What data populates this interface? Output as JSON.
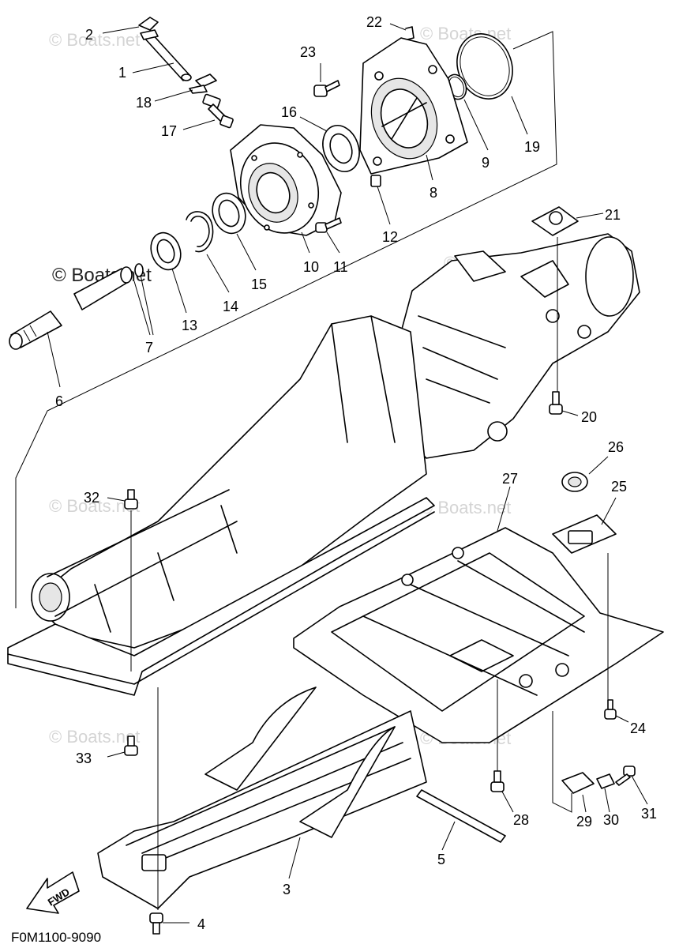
{
  "diagram": {
    "figure_code": "F0M1100-9090",
    "direction_arrow": "FWD",
    "watermark": "© Boats.net",
    "callouts": [
      {
        "id": "c1",
        "label": "1"
      },
      {
        "id": "c2",
        "label": "2"
      },
      {
        "id": "c3",
        "label": "3"
      },
      {
        "id": "c4",
        "label": "4"
      },
      {
        "id": "c5",
        "label": "5"
      },
      {
        "id": "c6",
        "label": "6"
      },
      {
        "id": "c7",
        "label": "7"
      },
      {
        "id": "c8",
        "label": "8"
      },
      {
        "id": "c9",
        "label": "9"
      },
      {
        "id": "c10",
        "label": "10"
      },
      {
        "id": "c11",
        "label": "11"
      },
      {
        "id": "c12",
        "label": "12"
      },
      {
        "id": "c13",
        "label": "13"
      },
      {
        "id": "c14",
        "label": "14"
      },
      {
        "id": "c15",
        "label": "15"
      },
      {
        "id": "c16",
        "label": "16"
      },
      {
        "id": "c17",
        "label": "17"
      },
      {
        "id": "c18",
        "label": "18"
      },
      {
        "id": "c19",
        "label": "19"
      },
      {
        "id": "c20",
        "label": "20"
      },
      {
        "id": "c21",
        "label": "21"
      },
      {
        "id": "c22",
        "label": "22"
      },
      {
        "id": "c23",
        "label": "23"
      },
      {
        "id": "c24",
        "label": "24"
      },
      {
        "id": "c25",
        "label": "25"
      },
      {
        "id": "c26",
        "label": "26"
      },
      {
        "id": "c27",
        "label": "27"
      },
      {
        "id": "c28",
        "label": "28"
      },
      {
        "id": "c29",
        "label": "29"
      },
      {
        "id": "c30",
        "label": "30"
      },
      {
        "id": "c31",
        "label": "31"
      },
      {
        "id": "c32",
        "label": "32"
      },
      {
        "id": "c33",
        "label": "33"
      }
    ]
  }
}
